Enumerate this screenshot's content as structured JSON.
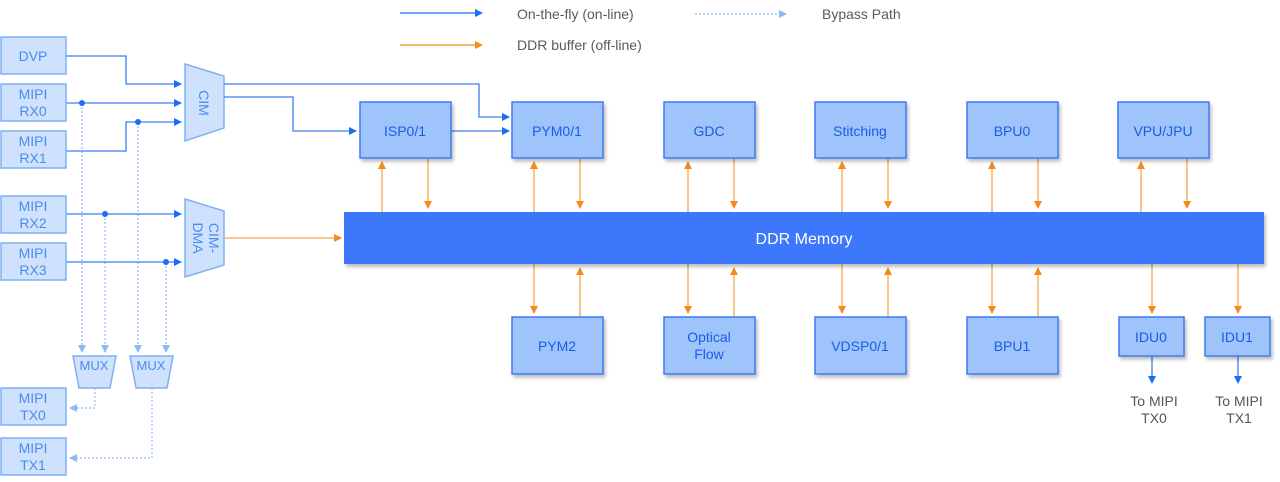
{
  "colors": {
    "on_the_fly": "#1a6ef2",
    "ddr_buffer": "#f78a1a",
    "bypass": "#8cbaf6",
    "ddr_memory_fill": "#3e77fb",
    "block_fill": "#9fc4fb",
    "input_fill": "#cfe2fd"
  },
  "legend": {
    "on_the_fly": "On-the-fly  (on-line)",
    "ddr_buffer": "DDR buffer (off-line)",
    "bypass": "Bypass Path"
  },
  "inputs": {
    "dvp": [
      "DVP"
    ],
    "rx0": [
      "MIPI",
      "RX0"
    ],
    "rx1": [
      "MIPI",
      "RX1"
    ],
    "rx2": [
      "MIPI",
      "RX2"
    ],
    "rx3": [
      "MIPI",
      "RX3"
    ]
  },
  "outputs": {
    "tx0": [
      "MIPI",
      "TX0"
    ],
    "tx1": [
      "MIPI",
      "TX1"
    ]
  },
  "cim": {
    "label": "CIM"
  },
  "cim_dma": {
    "label_line1": "CIM-",
    "label_line2": "DMA"
  },
  "mux": {
    "mux0": "MUX",
    "mux1": "MUX"
  },
  "ddr": {
    "label": "DDR Memory"
  },
  "top_blocks": {
    "isp": "ISP0/1",
    "pym01": "PYM0/1",
    "gdc": "GDC",
    "stitching": "Stitching",
    "bpu0": "BPU0",
    "vpu": "VPU/JPU"
  },
  "bottom_blocks": {
    "pym2": "PYM2",
    "optical_flow": [
      "Optical",
      "Flow"
    ],
    "vdsp": "VDSP0/1",
    "bpu1": "BPU1",
    "idu0": "IDU0",
    "idu1": "IDU1"
  },
  "idu_outputs": {
    "idu0": [
      "To MIPI",
      "TX0"
    ],
    "idu1": [
      "To MIPI",
      "TX1"
    ]
  }
}
